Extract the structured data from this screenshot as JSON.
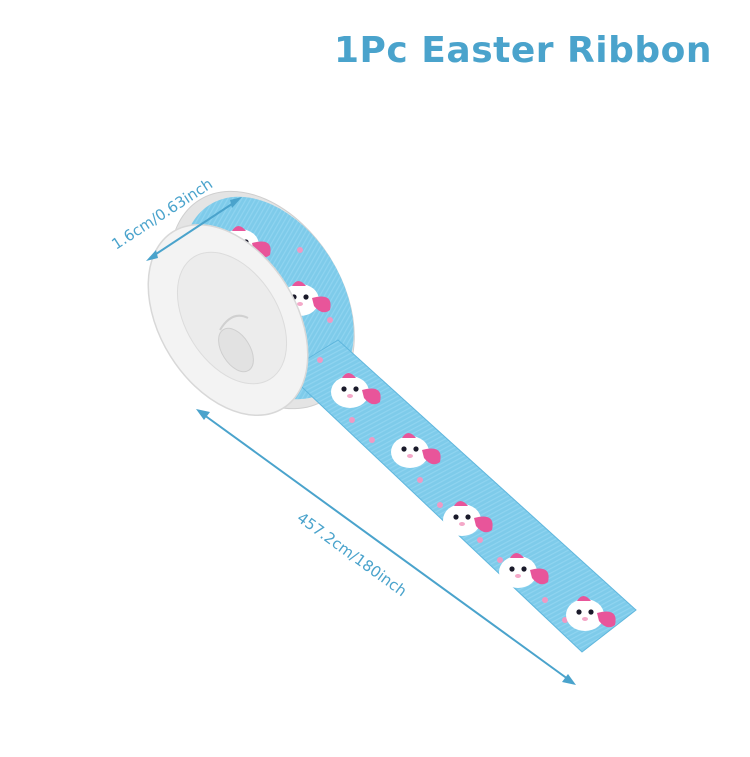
{
  "title": "1Pc Easter Ribbon",
  "dimensions": {
    "width_label": "1.6cm/0.63inch",
    "length_label": "457.2cm/180inch"
  },
  "colors": {
    "accent": "#4aa3cc",
    "ribbon": "#7ecbea",
    "bunny_ear": "#e8559a",
    "spool": "#f1f1f1"
  }
}
